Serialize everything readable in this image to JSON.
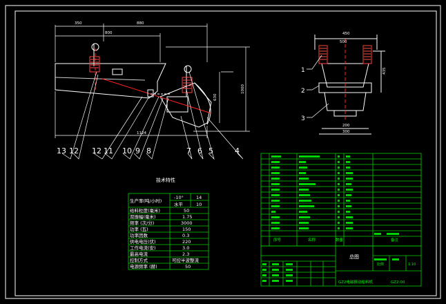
{
  "dimensions_front": {
    "d350": "350",
    "d800": "800",
    "d880": "880",
    "d1124": "1124",
    "d630": "630",
    "d1000": "1000"
  },
  "dimensions_side": {
    "d450": "450",
    "d500": "500",
    "d200": "200",
    "d300": "300",
    "d435": "435"
  },
  "callouts_front": [
    "13",
    "12",
    "12",
    "11",
    "10",
    "9",
    "8",
    "7",
    "6",
    "5",
    "4"
  ],
  "callouts_side": [
    "1",
    "2",
    "3"
  ],
  "spec_title": "技术特性",
  "spec_table": {
    "rows": [
      {
        "label": "生产率(吨/小时)",
        "sub": [
          {
            "k": "-10°",
            "v": "14"
          },
          {
            "k": "水平",
            "v": "10"
          }
        ]
      },
      {
        "label": "给料粒度(毫米)",
        "value": "50"
      },
      {
        "label": "双振幅(毫米)",
        "value": "1.75"
      },
      {
        "label": "频率 (次/分)",
        "value": "3000"
      },
      {
        "label": "功率 (瓦)",
        "value": "150"
      },
      {
        "label": "功率因数",
        "value": "0.3"
      },
      {
        "label": "供电电压(伏)",
        "value": "220"
      },
      {
        "label": "工作电流(安)",
        "value": "3.0"
      },
      {
        "label": "最高电流",
        "value": "2.3"
      },
      {
        "label": "控制方式",
        "value": "可控半波整流"
      },
      {
        "label": "电源频率 (赫)",
        "value": "50"
      }
    ]
  },
  "title_block": {
    "assembly": "总图",
    "drawing_name": "GZ2电磁振动给料机",
    "scale_label": "比例",
    "scale": "1:10",
    "code": "GZ2.00",
    "seq_label": "序号",
    "name_label": "名称",
    "qty_label": "数量",
    "remark_label": "备注"
  }
}
